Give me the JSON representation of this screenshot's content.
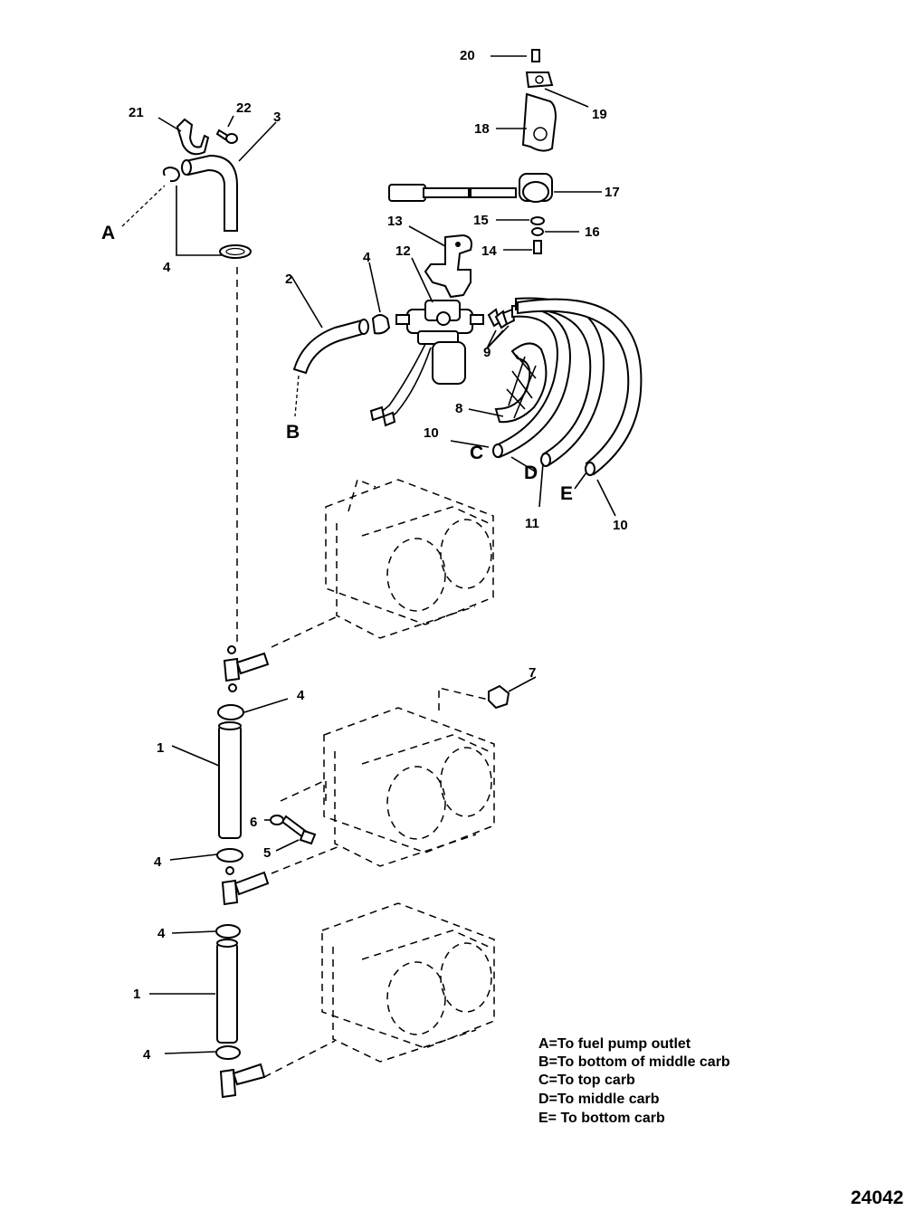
{
  "callouts": {
    "n1a": "1",
    "n1b": "1",
    "n2": "2",
    "n3": "3",
    "n4a": "4",
    "n4b": "4",
    "n4c": "4",
    "n4d": "4",
    "n4e": "4",
    "n4f": "4",
    "n5": "5",
    "n6": "6",
    "n7": "7",
    "n8": "8",
    "n9": "9",
    "n10a": "10",
    "n10b": "10",
    "n11": "11",
    "n12": "12",
    "n13": "13",
    "n14": "14",
    "n15": "15",
    "n16": "16",
    "n17": "17",
    "n18": "18",
    "n19": "19",
    "n20": "20",
    "n21": "21",
    "n22": "22"
  },
  "letters": {
    "A": "A",
    "B": "B",
    "C": "C",
    "D": "D",
    "E": "E"
  },
  "legend": [
    "A=To fuel pump outlet",
    "B=To bottom of middle carb",
    "C=To top carb",
    "D=To middle carb",
    "E= To bottom carb"
  ],
  "doc_number": "24042"
}
